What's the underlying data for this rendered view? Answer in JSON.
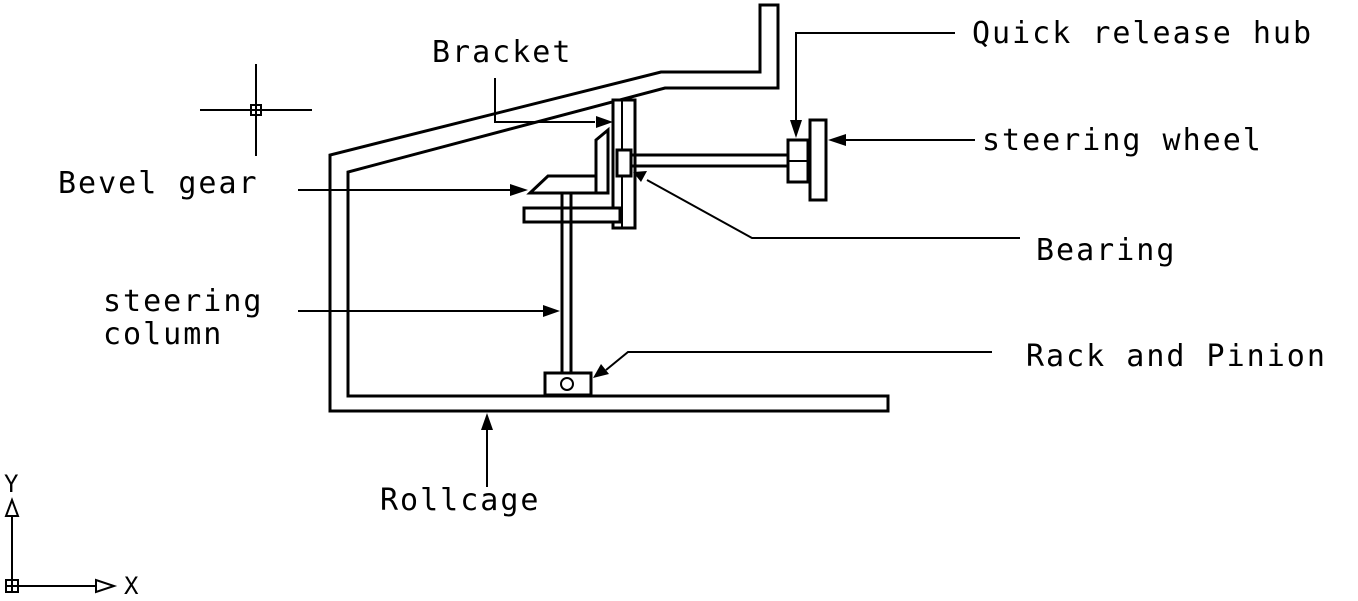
{
  "labels": {
    "bracket": "Bracket",
    "quick_release_hub": "Quick release hub",
    "steering_wheel": "steering wheel",
    "bevel_gear": "Bevel gear",
    "bearing": "Bearing",
    "steering_column_line1": "steering",
    "steering_column_line2": "column",
    "rack_and_pinion": "Rack and Pinion",
    "rollcage": "Rollcage"
  },
  "ucs": {
    "y_label": "Y",
    "x_label": "X"
  },
  "colors": {
    "stroke": "#000000",
    "background": "#ffffff"
  }
}
